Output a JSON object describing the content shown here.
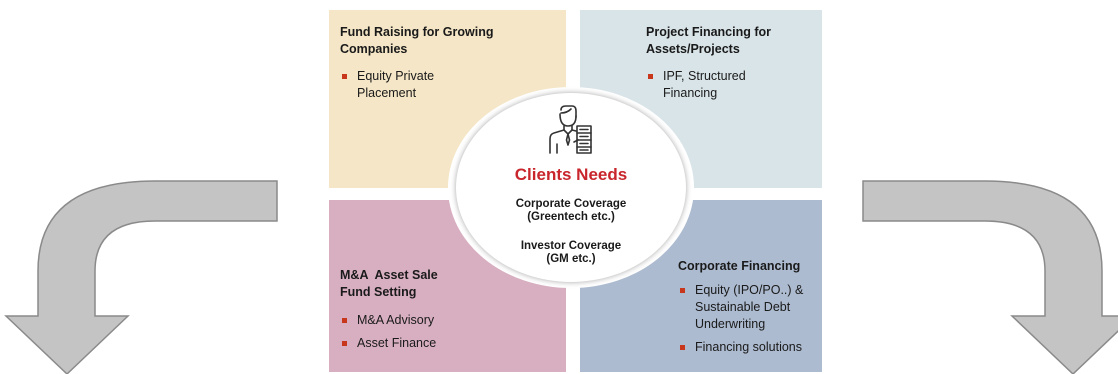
{
  "quadrants": {
    "top_left": {
      "color": "#f4e6c6",
      "title_lines": [
        "Fund Raising for Growing",
        "Companies"
      ],
      "items": [
        [
          "Equity Private",
          "Placement"
        ]
      ]
    },
    "top_right": {
      "color": "#d9e4e8",
      "title_lines": [
        "Project Financing for",
        "Assets/Projects"
      ],
      "items": [
        [
          "IPF, Structured",
          "Financing"
        ]
      ]
    },
    "bottom_left": {
      "color": "#d8afc1",
      "title_lines": [
        "M&A  Asset Sale",
        "Fund Setting"
      ],
      "items": [
        [
          "M&A Advisory"
        ],
        [
          "Asset Finance"
        ]
      ]
    },
    "bottom_right": {
      "color": "#adbbd0",
      "title_lines": [
        "Corporate Financing"
      ],
      "items": [
        [
          "Equity (IPO/PO..) &",
          "Sustainable Debt",
          "Underwriting"
        ],
        [
          "Financing solutions"
        ]
      ]
    }
  },
  "center": {
    "icon": "client-person-icon",
    "title": "Clients Needs",
    "title_color": "#c8262c",
    "item1_lines": [
      "Corporate Coverage",
      "(Greentech etc.)"
    ],
    "item2_lines": [
      "Investor Coverage",
      "(GM etc.)"
    ]
  },
  "arrows": {
    "left_icon": "curved-arrow-down-left-icon",
    "right_icon": "curved-arrow-down-right-icon",
    "fill": "#c4c4c4",
    "stroke": "#8a8a8a"
  },
  "bullet_color": "#c8361b"
}
